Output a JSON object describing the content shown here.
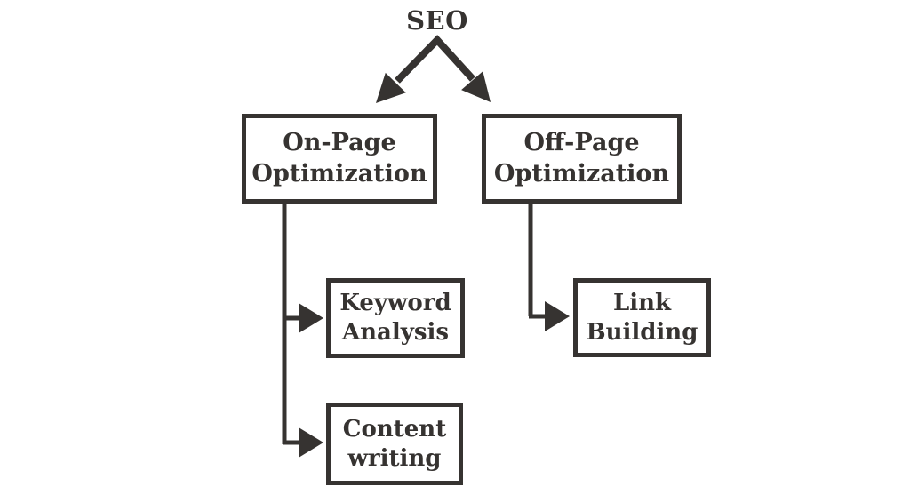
{
  "diagram": {
    "root": {
      "label": "SEO"
    },
    "nodes": {
      "on_page": {
        "line1": "On-Page",
        "line2": "Optimization"
      },
      "off_page": {
        "line1": "Off-Page",
        "line2": "Optimization"
      },
      "keyword": {
        "line1": "Keyword",
        "line2": "Analysis"
      },
      "content": {
        "line1": "Content",
        "line2": "writing"
      },
      "link": {
        "line1": "Link",
        "line2": "Building"
      }
    },
    "edges": [
      {
        "from": "SEO",
        "to": "On-Page Optimization"
      },
      {
        "from": "SEO",
        "to": "Off-Page Optimization"
      },
      {
        "from": "On-Page Optimization",
        "to": "Keyword Analysis"
      },
      {
        "from": "On-Page Optimization",
        "to": "Content writing"
      },
      {
        "from": "Off-Page Optimization",
        "to": "Link Building"
      }
    ],
    "colors": {
      "ink": "#363331",
      "background": "#ffffff"
    }
  }
}
